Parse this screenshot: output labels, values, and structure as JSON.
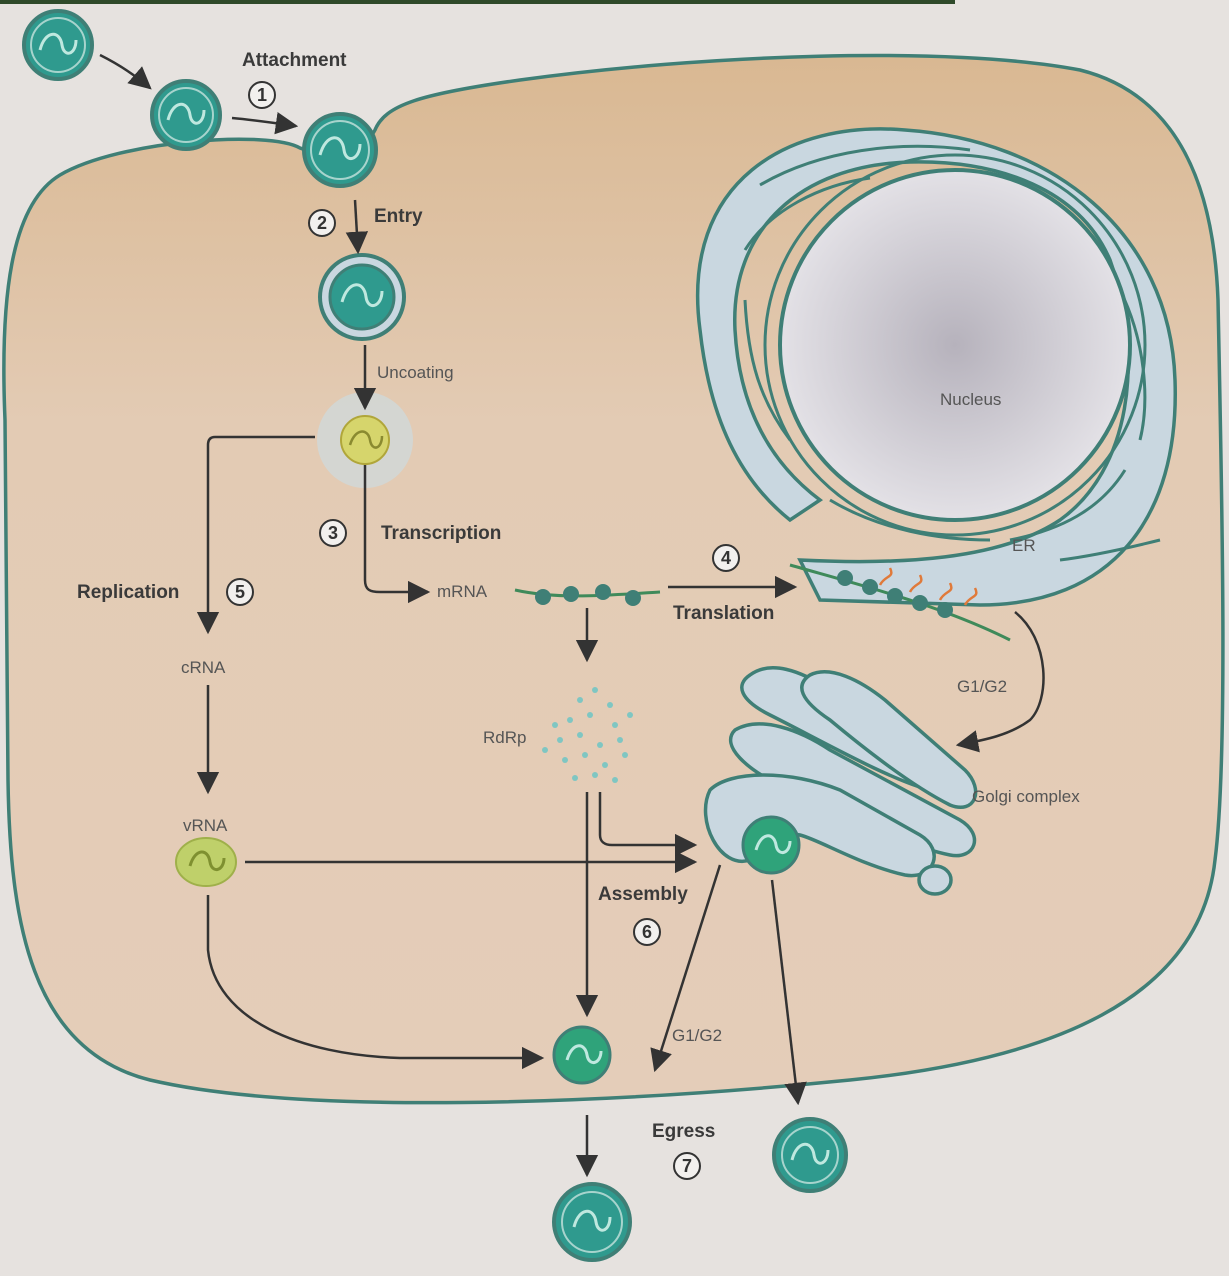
{
  "steps": {
    "attachment": "Attachment",
    "entry": "Entry",
    "uncoating": "Uncoating",
    "transcription": "Transcription",
    "translation": "Translation",
    "replication": "Replication",
    "assembly": "Assembly",
    "egress": "Egress"
  },
  "step_numbers": {
    "s1": "1",
    "s2": "2",
    "s3": "3",
    "s4": "4",
    "s5": "5",
    "s6": "6",
    "s7": "7"
  },
  "molecules": {
    "mrna": "mRNA",
    "crna": "cRNA",
    "vrna": "vRNA",
    "rdrp": "RdRp"
  },
  "organelles": {
    "nucleus": "Nucleus",
    "er": "ER",
    "golgi": "Golgi complex"
  },
  "glycoproteins": {
    "to_golgi": "G1/G2",
    "to_membrane": "G1/G2"
  },
  "colors": {
    "cell_fill": "#dcc2a8",
    "membrane": "#3f7f76",
    "organelle_fill": "#c9d7e0",
    "virion_fill": "#2f9a8e",
    "vrna_fill": "#bfd06a"
  }
}
